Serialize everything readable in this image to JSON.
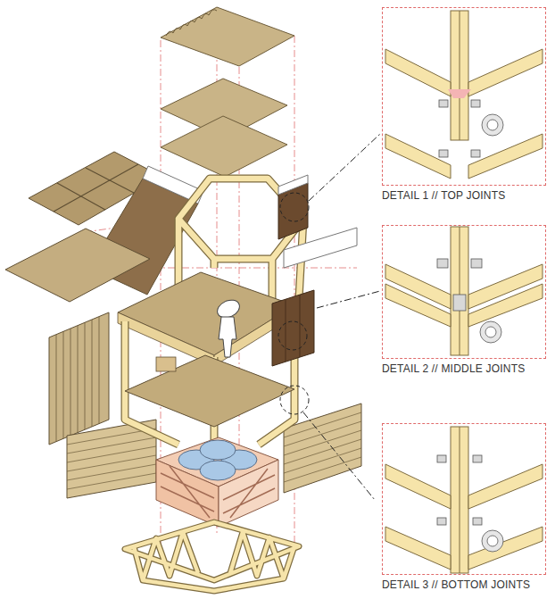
{
  "diagram": {
    "nodes": [
      {
        "text": [
          "DETAIL 1 // TOP JOINTS"
        ]
      },
      {
        "text": [
          "DETAIL 2 // MIDDLE JOINTS"
        ]
      },
      {
        "text": [
          "DETAIL 3 // BOTTOM JOINTS"
        ]
      }
    ]
  }
}
